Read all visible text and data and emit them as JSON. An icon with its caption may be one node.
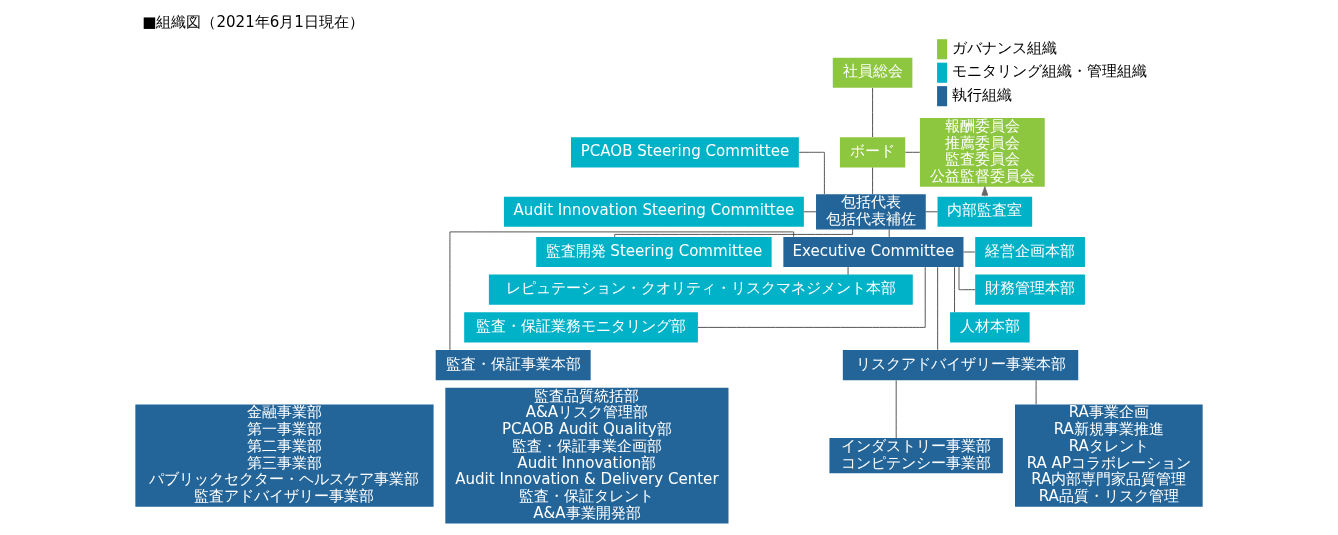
{
  "diagram": {
    "title": "■組織図（2021年6月1日現在）",
    "nodes": [
      {
        "text": [
          "社員総会"
        ]
      },
      {
        "text": [
          "ボード"
        ]
      },
      {
        "text": [
          "報酬委員会",
          "推薦委員会",
          "監査委員会",
          "公益監督委員会"
        ]
      },
      {
        "text": [
          "PCAOB Steering Committee"
        ]
      },
      {
        "text": [
          "Audit Innovation Steering Committee"
        ]
      },
      {
        "text": [
          "監査開発 Steering Committee"
        ]
      },
      {
        "text": [
          "包括代表",
          "包括代表補佐"
        ]
      },
      {
        "text": [
          "内部監査室"
        ]
      },
      {
        "text": [
          "Executive Committee"
        ]
      },
      {
        "text": [
          "レピュテーション・クオリティ・リスクマネジメント本部"
        ]
      },
      {
        "text": [
          "監査・保証業務モニタリング部"
        ]
      },
      {
        "text": [
          "経営企画本部"
        ]
      },
      {
        "text": [
          "財務管理本部"
        ]
      },
      {
        "text": [
          "人材本部"
        ]
      },
      {
        "text": [
          "監査・保証事業本部"
        ]
      },
      {
        "text": [
          "リスクアドバイザリー事業本部"
        ]
      },
      {
        "text": [
          "金融事業部",
          "第一事業部",
          "第二事業部",
          "第三事業部",
          "パブリックセクター・ヘルスケア事業部",
          "監査アドバイザリー事業部"
        ]
      },
      {
        "text": [
          "監査品質統括部",
          "A&Aリスク管理部",
          "PCAOB Audit Quality部",
          "監査・保証事業企画部",
          "Audit Innovation部",
          "Audit Innovation & Delivery Center",
          "監査・保証タレント",
          "A&A事業開発部"
        ]
      },
      {
        "text": [
          "インダストリー事業部",
          "コンピテンシー事業部"
        ]
      },
      {
        "text": [
          "RA事業企画",
          "RA新規事業推進",
          "RAタレント",
          "RA APコラボレーション",
          "RA内部専門家品質管理",
          "RA品質・リスク管理"
        ]
      }
    ],
    "edges": [
      {
        "from": 0,
        "to": 1,
        "arrow": "none"
      },
      {
        "from": 1,
        "to": 2,
        "arrow": "none"
      },
      {
        "from": 1,
        "to": 6,
        "arrow": "none"
      },
      {
        "from": 3,
        "to": 6,
        "arrow": "none"
      },
      {
        "from": 4,
        "to": 6,
        "arrow": "none"
      },
      {
        "from": 5,
        "to": 6,
        "arrow": "none"
      },
      {
        "from": 6,
        "to": 7,
        "arrow": "none"
      },
      {
        "from": 7,
        "to": 2,
        "arrow": "to",
        "style": "dashed",
        "color": "#666666"
      },
      {
        "from": 6,
        "to": 8,
        "arrow": "none"
      },
      {
        "from": 8,
        "to": 9,
        "arrow": "none"
      },
      {
        "from": 8,
        "to": 10,
        "arrow": "none"
      },
      {
        "from": 8,
        "to": 11,
        "arrow": "none"
      },
      {
        "from": 8,
        "to": 12,
        "arrow": "none"
      },
      {
        "from": 8,
        "to": 13,
        "arrow": "none"
      },
      {
        "from": 8,
        "to": 14,
        "arrow": "none"
      },
      {
        "from": 8,
        "to": 15,
        "arrow": "none"
      },
      {
        "from": 15,
        "to": 18,
        "arrow": "none"
      },
      {
        "from": 15,
        "to": 19,
        "arrow": "none"
      }
    ],
    "legend": [
      {
        "text": "ガバナンス組織",
        "color": "#8dc63f"
      },
      {
        "text": "モニタリング組織・管理組織",
        "color": "#00b2c8"
      },
      {
        "text": "執行組織",
        "color": "#236599"
      }
    ]
  }
}
